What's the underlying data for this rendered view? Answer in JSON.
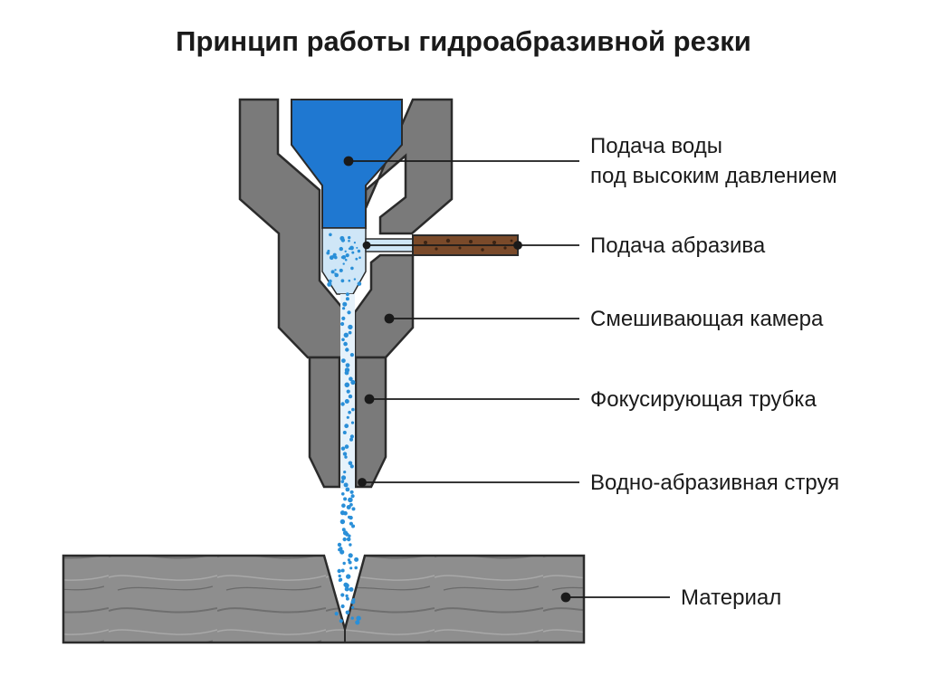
{
  "title": "Принцип работы гидроабразивной резки",
  "labels": {
    "water_supply_line1": "Подача воды",
    "water_supply_line2": "под высоким давлением",
    "abrasive_supply": "Подача абразива",
    "mixing_chamber": "Смешивающая камера",
    "focusing_tube": "Фокусирующая трубка",
    "jet": "Водно-абразивная струя",
    "material": "Материал"
  },
  "colors": {
    "nozzle_body": "#7a7a7a",
    "outline": "#2b2b2b",
    "water": "#1f78d1",
    "mix_chamber": "#cfe6f7",
    "jet_dots": "#2a8fd8",
    "abrasive_tube": "#7a4a2a",
    "material": "#8e8e8e"
  }
}
